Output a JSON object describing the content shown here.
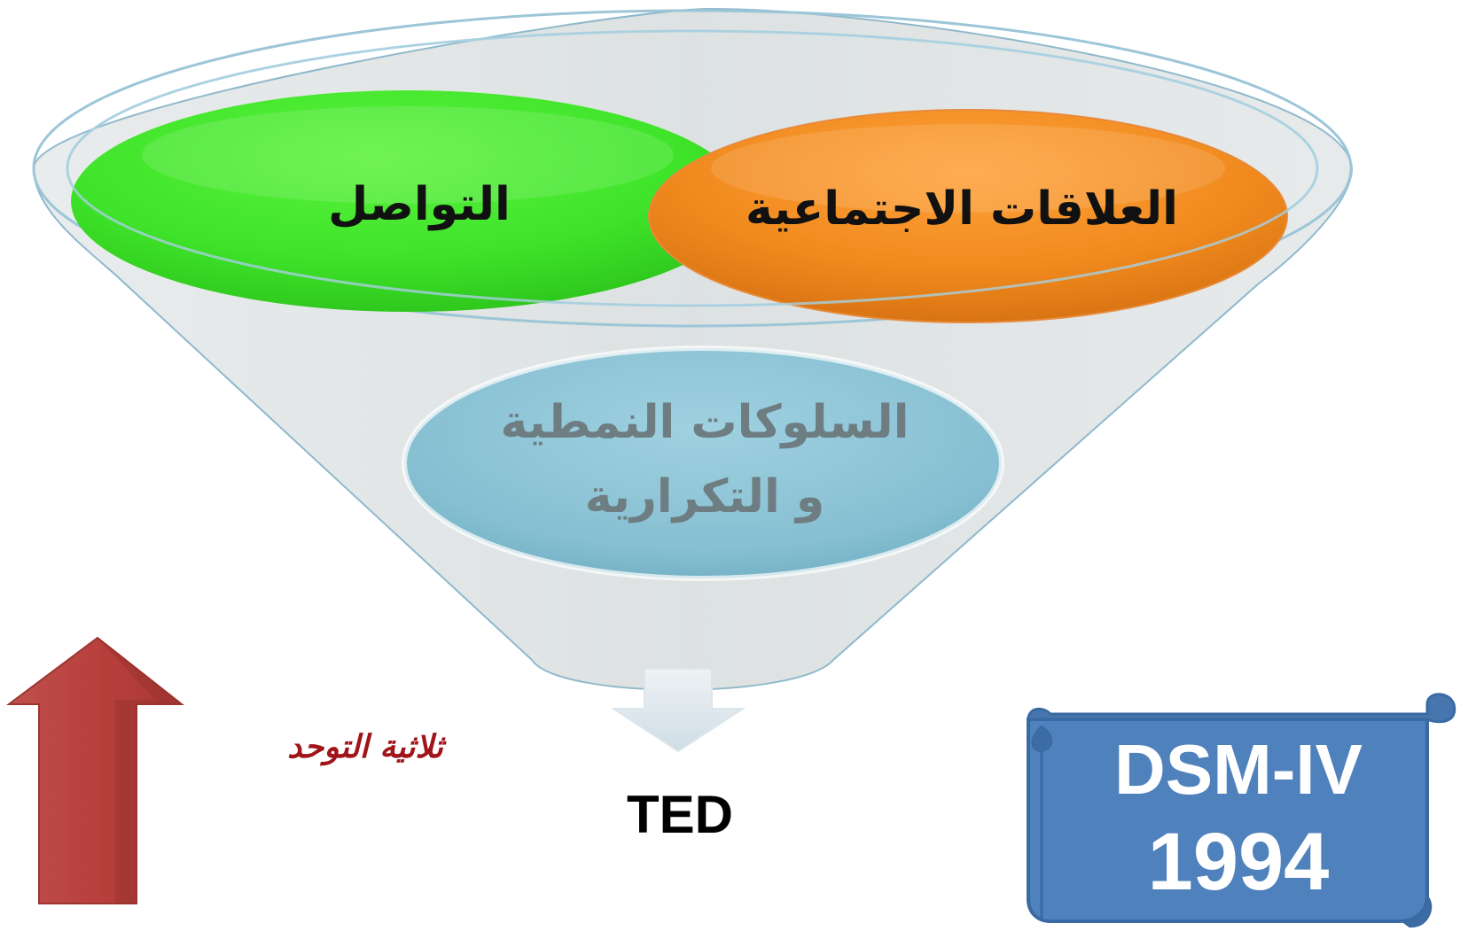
{
  "diagram": {
    "funnel_inputs": [
      {
        "id": "communication",
        "label": "التواصل",
        "color": "#3fe42a"
      },
      {
        "id": "social",
        "label": "العلاقات الاجتماعية",
        "color": "#f08a1e"
      },
      {
        "id": "behaviors",
        "label_line1": "السلوكات النمطية",
        "label_line2": "و التكرارية",
        "color": "#8cc4d6"
      }
    ],
    "output_label": "TED",
    "triad_label": "ثلاثية التوحد",
    "triad_label_color": "#a0141a",
    "arrow_color": "#c0504d",
    "banner": {
      "line1": "DSM-IV",
      "line2": "1994",
      "color": "#4f81bd"
    }
  }
}
